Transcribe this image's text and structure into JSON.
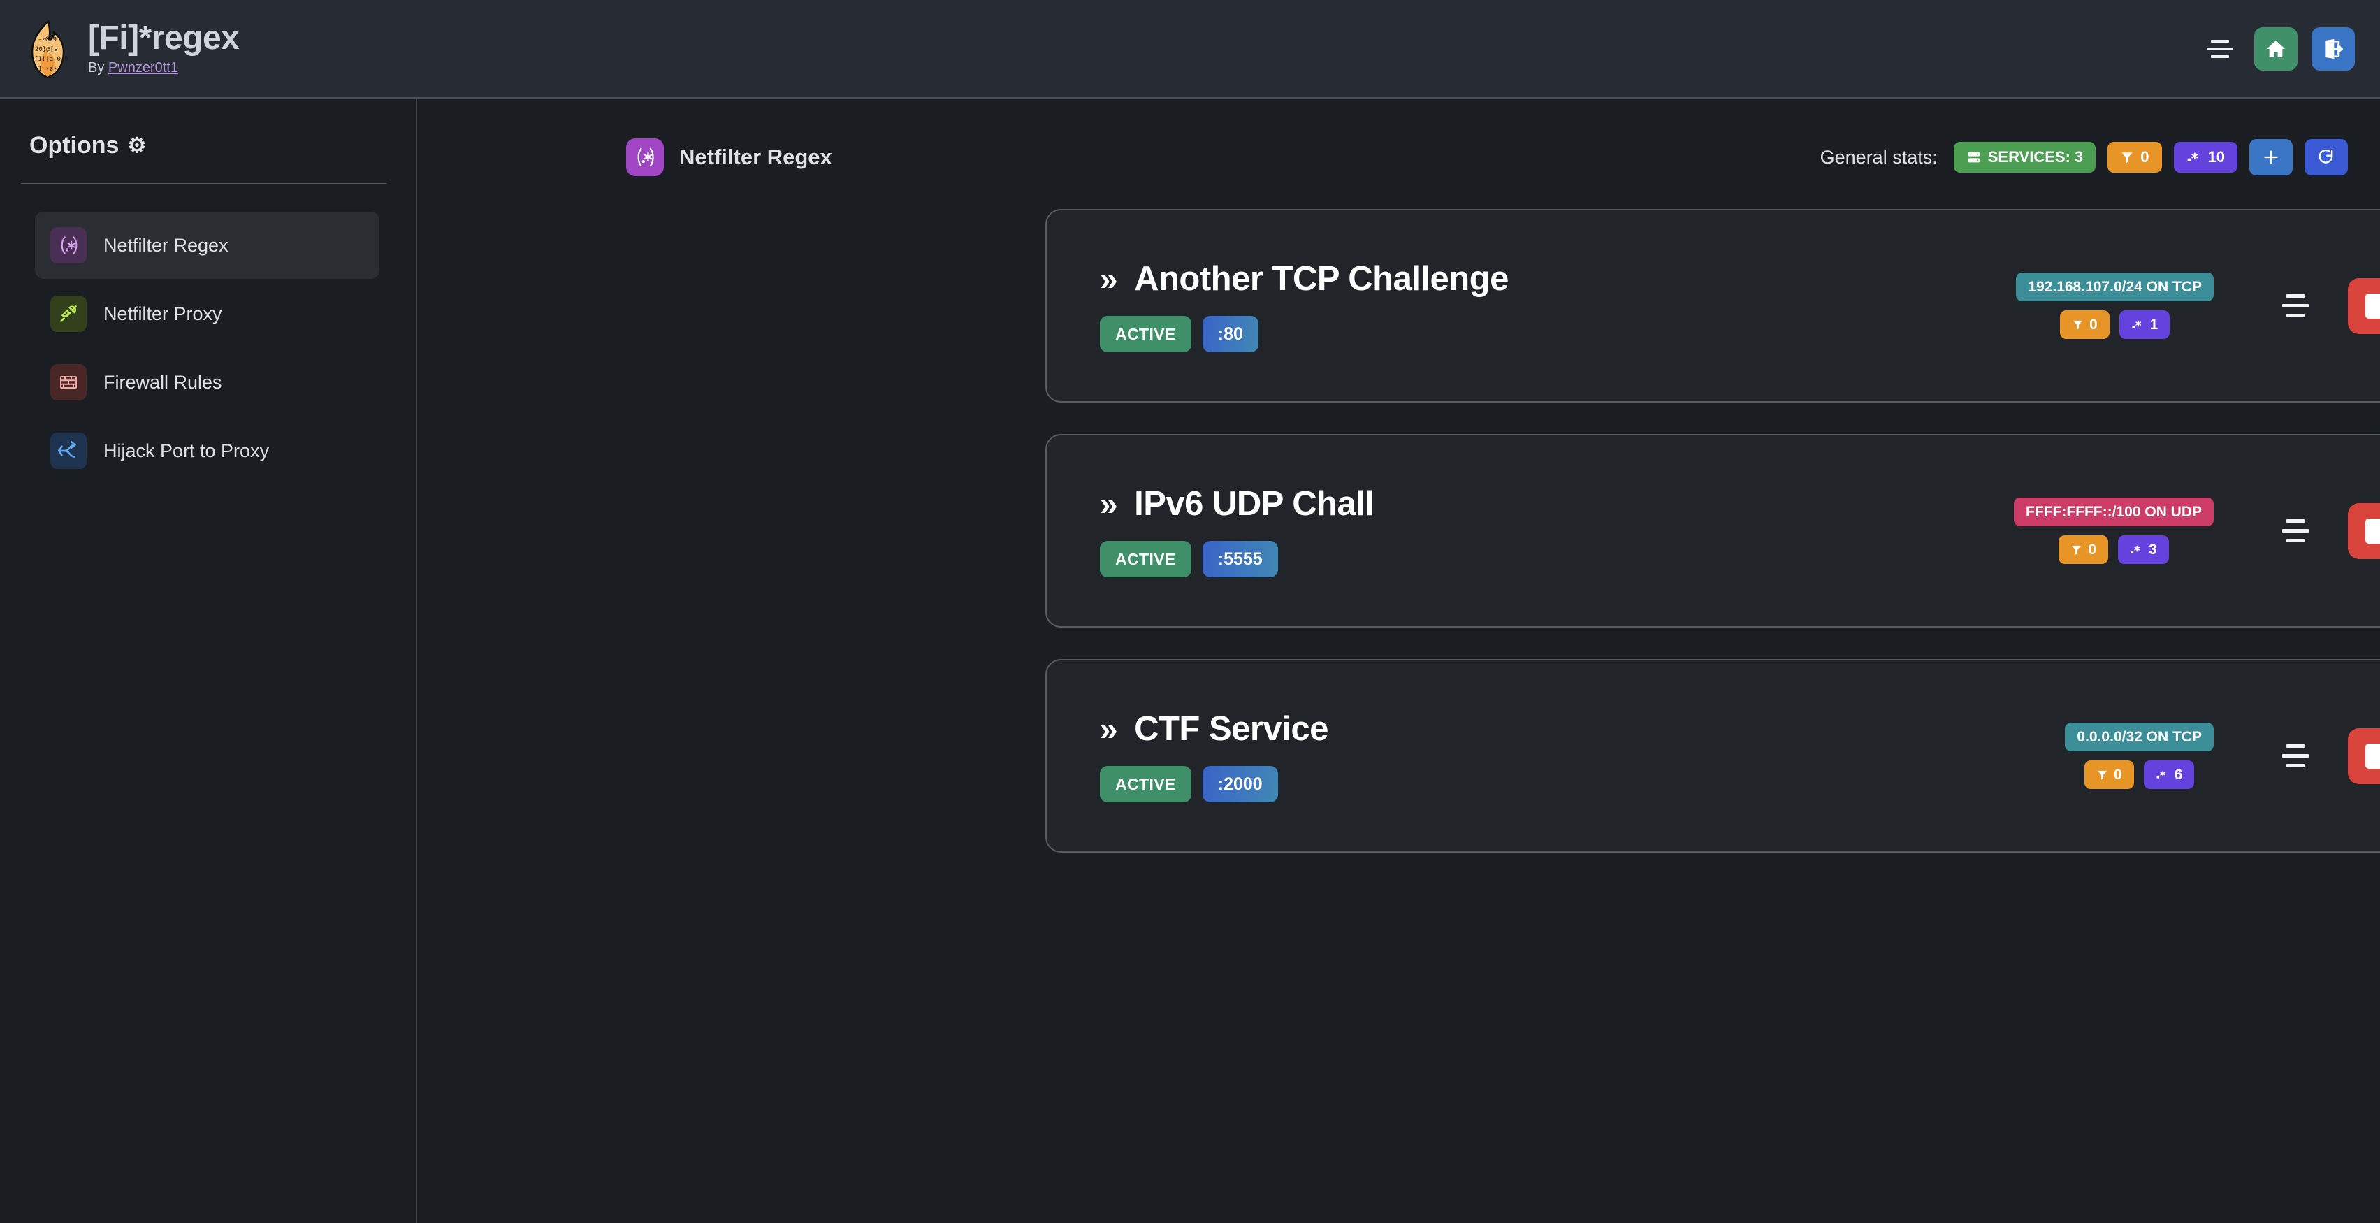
{
  "header": {
    "app_title": "[Fi]*regex",
    "by_prefix": "By ",
    "author": "Pwnzer0tt1",
    "logo_icon": "flame-regex-logo",
    "menu_icon": "hamburger-icon",
    "home_icon": "home-icon",
    "logout_icon": "logout-icon"
  },
  "sidebar": {
    "title": "Options",
    "gear_icon": "⚙",
    "items": [
      {
        "label": "Netfilter Regex",
        "icon": "regex-icon",
        "active": true
      },
      {
        "label": "Netfilter Proxy",
        "icon": "plug-icon",
        "active": false
      },
      {
        "label": "Firewall Rules",
        "icon": "brick-wall-icon",
        "active": false
      },
      {
        "label": "Hijack Port to Proxy",
        "icon": "route-split-icon",
        "active": false
      }
    ]
  },
  "main": {
    "page_title": "Netfilter Regex",
    "page_icon": "regex-icon",
    "stats_label": "General stats:",
    "stats": {
      "services": "SERVICES: 3",
      "services_icon": "server-icon",
      "filters": "0",
      "filters_icon": "funnel-icon",
      "regexes": "10",
      "regexes_icon": "regex-dot-star-icon",
      "add_icon": "plus-icon",
      "refresh_icon": "refresh-icon"
    },
    "services": [
      {
        "name": "Another TCP Challenge",
        "chevron": "»",
        "status": "ACTIVE",
        "port": ":80",
        "network": "192.168.107.0/24 ON TCP",
        "network_color": "teal",
        "filters": "0",
        "regexes": "1",
        "menu_icon": "hamburger-icon",
        "stop_icon": "stop-icon",
        "play_icon": "play-icon",
        "details_icon": "chevron-right-icon"
      },
      {
        "name": "IPv6 UDP Chall",
        "chevron": "»",
        "status": "ACTIVE",
        "port": ":5555",
        "network": "FFFF:FFFF::/100 ON UDP",
        "network_color": "pink",
        "filters": "0",
        "regexes": "3",
        "menu_icon": "hamburger-icon",
        "stop_icon": "stop-icon",
        "play_icon": "play-icon",
        "details_icon": "chevron-right-icon"
      },
      {
        "name": "CTF Service",
        "chevron": "»",
        "status": "ACTIVE",
        "port": ":2000",
        "network": "0.0.0.0/32 ON TCP",
        "network_color": "teal",
        "filters": "0",
        "regexes": "6",
        "menu_icon": "hamburger-icon",
        "stop_icon": "stop-icon",
        "play_icon": "play-icon",
        "details_icon": "chevron-right-icon"
      }
    ]
  },
  "colors": {
    "header_bg": "#272b33",
    "body_bg": "#1a1d21",
    "card_bg": "#212529",
    "accent_green": "#3f9068",
    "accent_blue": "#3a74c4",
    "accent_purple": "#6442dd",
    "accent_orange": "#e89528",
    "accent_red": "#d9453c",
    "accent_teal": "#3c8e99",
    "accent_pink": "#cc3c66"
  }
}
